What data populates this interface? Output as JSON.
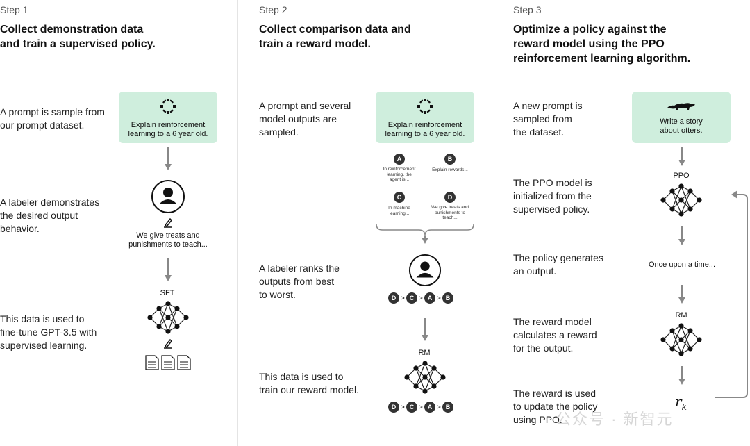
{
  "steps": [
    {
      "step_label": "Step 1",
      "title_line1": "Collect demonstration data",
      "title_line2": "and train a supervised policy.",
      "descriptions": [
        [
          "A prompt is sample from",
          "our prompt dataset."
        ],
        [
          "A labeler demonstrates",
          "the desired output",
          "behavior."
        ],
        [
          "This data is used to",
          "fine-tune GPT-3.5 with",
          "supervised learning."
        ]
      ],
      "prompt_box": [
        "Explain reinforcement",
        "learning to a 6 year old."
      ],
      "demo_output": [
        "We give treats and",
        "punishments to teach..."
      ],
      "model_label": "SFT"
    },
    {
      "step_label": "Step 2",
      "title_line1": "Collect comparison data and",
      "title_line2": "train a reward model.",
      "descriptions": [
        [
          "A prompt and several",
          "model outputs are",
          "sampled."
        ],
        [
          "A labeler ranks the",
          "outputs from best",
          "to worst."
        ],
        [
          "This data is used to",
          "train our reward model."
        ]
      ],
      "prompt_box": [
        "Explain reinforcement",
        "learning to a 6 year old."
      ],
      "outputs": [
        {
          "letter": "A",
          "text": [
            "In reinforcement",
            "learning, the",
            "agent is..."
          ]
        },
        {
          "letter": "B",
          "text": [
            "Explain rewards..."
          ]
        },
        {
          "letter": "C",
          "text": [
            "In machine",
            "learning..."
          ]
        },
        {
          "letter": "D",
          "text": [
            "We give treats and",
            "punishments to",
            "teach..."
          ]
        }
      ],
      "ranking": [
        "D",
        "C",
        "A",
        "B"
      ],
      "model_label": "RM"
    },
    {
      "step_label": "Step 3",
      "title_line1": "Optimize a policy against the",
      "title_line2": "reward model using the PPO",
      "title_line3": "reinforcement learning algorithm.",
      "descriptions": [
        [
          "A new prompt is",
          "sampled from",
          "the dataset."
        ],
        [
          "The PPO model is",
          "initialized from the",
          "supervised policy."
        ],
        [
          "The policy generates",
          "an output."
        ],
        [
          "The reward model",
          "calculates a reward",
          "for the output."
        ],
        [
          "The reward is used",
          "to update the policy",
          "using PPO."
        ]
      ],
      "prompt_box": [
        "Write a story",
        "about otters."
      ],
      "ppo_label": "PPO",
      "output_text": "Once upon a time...",
      "rm_label": "RM",
      "reward_symbol": "r",
      "reward_subscript": "k"
    }
  ],
  "watermark": "公众号 · 新智元"
}
